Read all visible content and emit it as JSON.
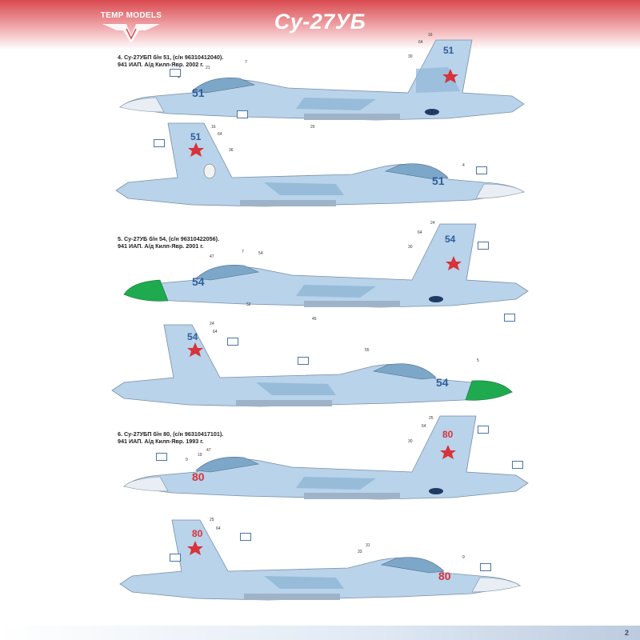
{
  "header": {
    "brand": "TEMP MODELS",
    "title": "Су-27УБ",
    "colors": {
      "band_top": "#d94a4f",
      "band_bottom": "#ffffff"
    }
  },
  "profiles": [
    {
      "caption_line1": "4. Су-27УБП б/н 51, (с/н 96310412040).",
      "caption_line2": "941 ИАП. А/д Килп-Явр. 2002 г.",
      "tail_number": "51",
      "tail_number_color": "#2f5d9c",
      "nose_color": "#e8eef3"
    },
    {
      "caption_line1": "5. Су-27УБ б/н 54, (с/н 96310422056).",
      "caption_line2": "941 ИАП. А/д Килп-Явр. 2001 г.",
      "tail_number": "54",
      "tail_number_color": "#2f5d9c",
      "nose_color": "#1faa4f"
    },
    {
      "caption_line1": "6. Су-27УБП б/н 80, (с/н 96310417101).",
      "caption_line2": "941 ИАП. А/д Килп-Явр. 1993 г.",
      "tail_number": "80",
      "tail_number_color": "#d8323a",
      "nose_color": "#e8eef3"
    }
  ],
  "callouts": {
    "p1a": [
      "16",
      "64",
      "30",
      "7",
      "21",
      "4",
      "20"
    ],
    "p1b": [
      "16",
      "64",
      "36",
      "4"
    ],
    "p2a": [
      "24",
      "64",
      "30",
      "47",
      "7",
      "54",
      "52",
      "45"
    ],
    "p2b": [
      "24",
      "64",
      "55",
      "5"
    ],
    "p3a": [
      "25",
      "64",
      "30",
      "47",
      "19",
      "9"
    ],
    "p3b": [
      "25",
      "64",
      "31",
      "33",
      "9"
    ]
  },
  "page_number": "2"
}
